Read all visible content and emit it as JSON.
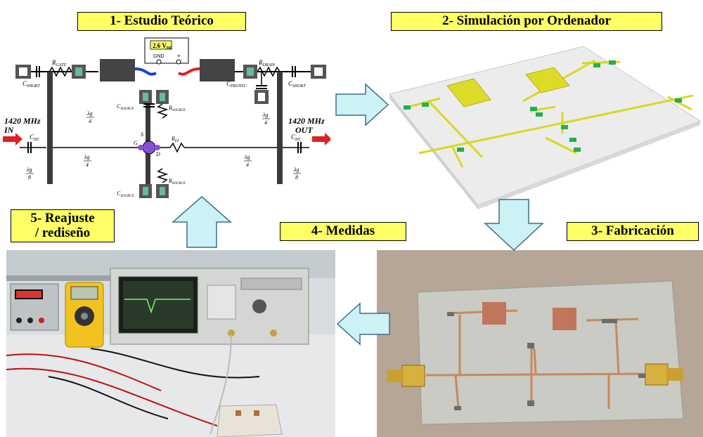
{
  "steps": {
    "step1": "1- Estudio Teórico",
    "step2": "2- Simulación por Ordenador",
    "step3": "3- Fabricación",
    "step4": "4- Medidas",
    "step5_line1": "5- Reajuste",
    "step5_line2": "/ rediseño"
  },
  "schematic": {
    "vdc_value": "2.6 V",
    "vdc_sub": "DC",
    "gnd": "GND",
    "plus": "+",
    "in_freq": "1420 MHz",
    "in_label": "IN",
    "out_freq": "1420 MHz",
    "out_label": "OUT",
    "r_gate": "R",
    "r_gate_sub": "GATE",
    "r_drain": "R",
    "r_drain_sub": "DRAIN",
    "c_short": "C",
    "c_short_sub": "SHORT",
    "c_protec": "C",
    "c_protec_sub": "PROTEC",
    "c_source": "C",
    "c_source_sub": "SOURCE",
    "r_source": "R",
    "r_source_sub": "SOURCE",
    "r_ef": "R",
    "r_ef_sub": "EF",
    "c_dc": "C",
    "c_dc_sub": "DC",
    "gate": "G",
    "drain": "D",
    "source": "S",
    "lambda4": "λg",
    "four": "4",
    "eight": "8"
  },
  "colors": {
    "label_bg": "#ffff66",
    "arrow_fill": "#ccf2f5",
    "substrate": "#e8e8e8",
    "trace": "#e0e028",
    "copper": "#c77a55"
  }
}
